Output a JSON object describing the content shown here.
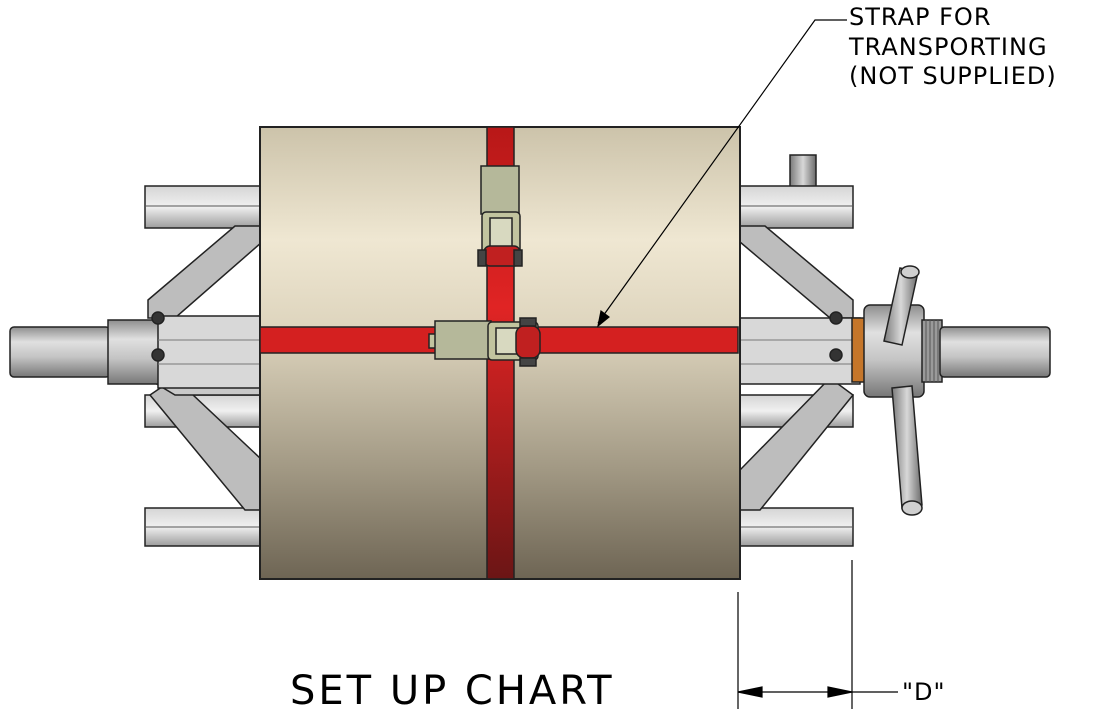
{
  "callout": {
    "lines": [
      "STRAP FOR",
      "TRANSPORTING",
      "(NOT SUPPLIED)"
    ]
  },
  "dimension": {
    "label": "\"D\""
  },
  "footer": {
    "title": "SET UP CHART"
  },
  "colors": {
    "strap": "#d42020",
    "pipe_light": "#efe7d2",
    "pipe_dark": "#6e6554",
    "metal": "#b5b5b5",
    "buckle": "#b5b89a",
    "bronze": "#c5762a"
  }
}
